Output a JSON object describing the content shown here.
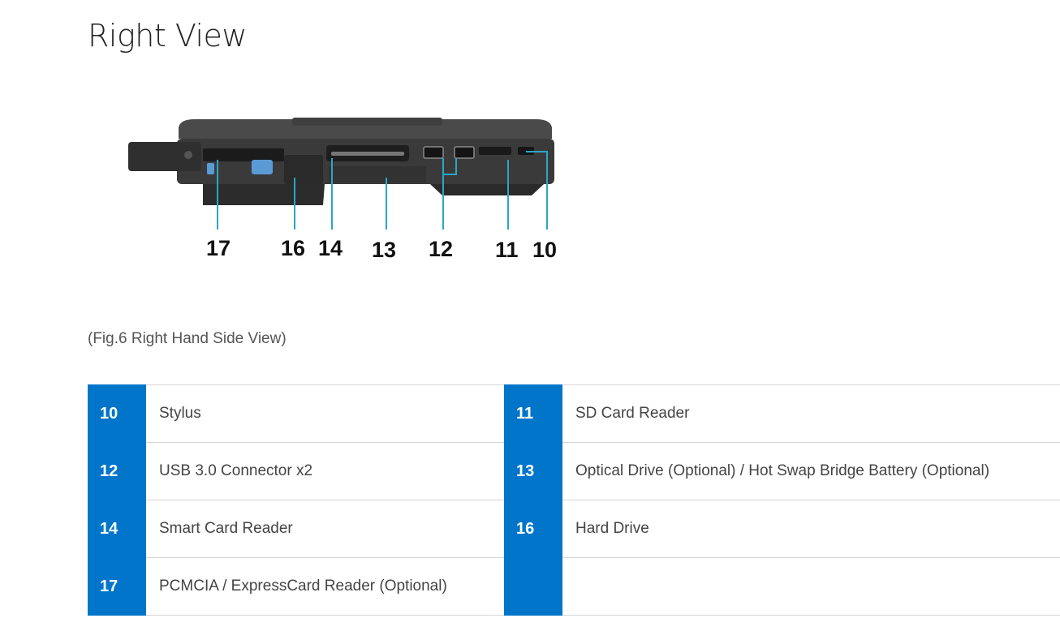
{
  "heading": "Right View",
  "figure": {
    "callouts": [
      "17",
      "16",
      "14",
      "13",
      "12",
      "11",
      "10"
    ],
    "colors": {
      "chassis": "#3a3a3a",
      "accent": "#5b9bd5",
      "callout_line": "#2aa6c8"
    }
  },
  "caption": "(Fig.6 Right Hand Side View)",
  "table": {
    "accent_color": "#0075c9",
    "rows": [
      {
        "left": {
          "num": "10",
          "label": "Stylus"
        },
        "right": {
          "num": "11",
          "label": "SD Card Reader"
        }
      },
      {
        "left": {
          "num": "12",
          "label": "USB 3.0 Connector x2"
        },
        "right": {
          "num": "13",
          "label": "Optical Drive (Optional) / Hot Swap Bridge Battery (Optional)"
        }
      },
      {
        "left": {
          "num": "14",
          "label": "Smart Card Reader"
        },
        "right": {
          "num": "16",
          "label": "Hard Drive"
        }
      },
      {
        "left": {
          "num": "17",
          "label": "PCMCIA / ExpressCard Reader (Optional)"
        },
        "right": {
          "num": "",
          "label": ""
        }
      }
    ]
  }
}
